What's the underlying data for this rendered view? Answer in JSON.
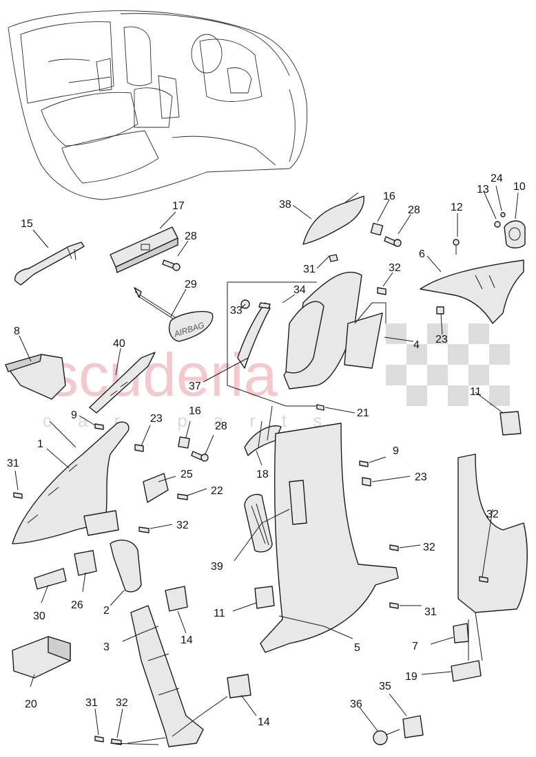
{
  "watermark": {
    "brand": "scuderia",
    "sub": "car parts"
  },
  "airbag_text": "AIRBAG",
  "labels": {
    "l1": "1",
    "l2": "2",
    "l3": "3",
    "l4": "4",
    "l5": "5",
    "l6": "6",
    "l7": "7",
    "l8": "8",
    "l9a": "9",
    "l9b": "9",
    "l10": "10",
    "l11a": "11",
    "l11b": "11",
    "l12": "12",
    "l13": "13",
    "l14a": "14",
    "l14b": "14",
    "l15": "15",
    "l16a": "16",
    "l16b": "16",
    "l17": "17",
    "l18": "18",
    "l19": "19",
    "l20": "20",
    "l21": "21",
    "l22": "22",
    "l23a": "23",
    "l23b": "23",
    "l23c": "23",
    "l24": "24",
    "l25": "25",
    "l26": "26",
    "l28a": "28",
    "l28b": "28",
    "l28c": "28",
    "l29": "29",
    "l30": "30",
    "l31a": "31",
    "l31b": "31",
    "l31c": "31",
    "l31d": "31",
    "l32a": "32",
    "l32b": "32",
    "l32c": "32",
    "l32d": "32",
    "l32e": "32",
    "l33": "33",
    "l34": "34",
    "l35": "35",
    "l36": "36",
    "l37": "37",
    "l38": "38",
    "l39": "39",
    "l40": "40"
  }
}
